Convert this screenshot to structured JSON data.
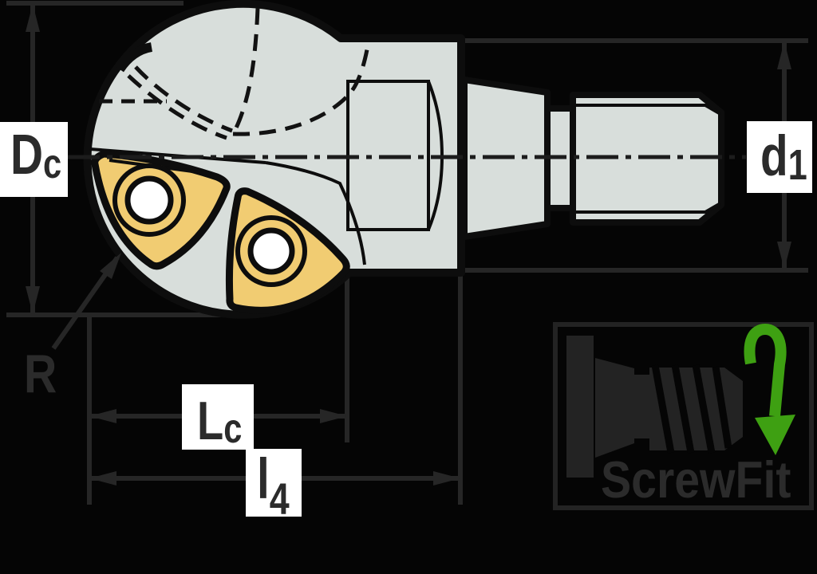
{
  "drawing": {
    "kind": "ball-nose-milling-cutter-technical-drawing",
    "dimension_labels": {
      "cutting_diameter": {
        "main": "D",
        "sub": "c"
      },
      "shank_diameter": {
        "main": "d",
        "sub": "1"
      },
      "corner_radius": {
        "label": "R"
      },
      "cutting_length": {
        "main": "L",
        "sub": "c"
      },
      "projection_length": {
        "main": "l",
        "sub": "4"
      }
    },
    "logo": {
      "brand": "ScrewFit"
    },
    "colors": {
      "background": "#050505",
      "body_gray": "#d8dedb",
      "insert_yellow": "#f1cc72",
      "outline_black": "#0d0d0d",
      "dimension_gray": "#262626",
      "label_box_white": "#ffffff",
      "logo_gray": "#232323",
      "accent_green": "#3ea012"
    }
  }
}
